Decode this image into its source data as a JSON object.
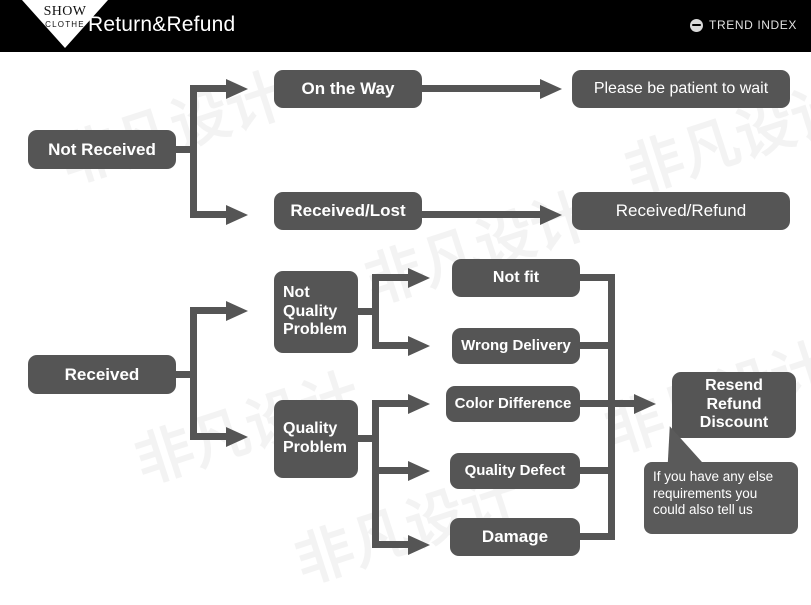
{
  "header": {
    "logo_primary": "SHOW",
    "logo_secondary": "CLOTHE",
    "title": "Return&Refund",
    "trend_label": "TREND INDEX",
    "trend_icon": "globe-icon",
    "background_color": "#000000",
    "text_color": "#ffffff"
  },
  "theme": {
    "node_fill": "#555555",
    "node_text": "#ffffff",
    "connector_color": "#555555",
    "canvas_background": "#ffffff"
  },
  "watermark_text": "非凡设计",
  "diagram": {
    "type": "flowchart",
    "title": "Return & Refund decision flow",
    "flows": [
      {
        "id": "not-received",
        "root": "Not Received",
        "branches": [
          {
            "reason": "On the Way",
            "outcome": "Please be patient to wait"
          },
          {
            "reason": "Received/Lost",
            "outcome": "Received/Refund"
          }
        ]
      },
      {
        "id": "received",
        "root": "Received",
        "branches": [
          {
            "category": "Not Quality Problem",
            "reasons": [
              "Not fit",
              "Wrong Delivery"
            ]
          },
          {
            "category": "Quality Problem",
            "reasons": [
              "Color Difference",
              "Quality Defect",
              "Damage"
            ]
          }
        ],
        "outcome": "Resend\nRefund\nDiscount",
        "outcome_lines": [
          "Resend",
          "Refund",
          "Discount"
        ]
      }
    ],
    "callout": {
      "lines": [
        "If you have any else",
        "requirements you",
        "could also tell us"
      ],
      "text": "If you have any else requirements you could also tell us"
    },
    "nodes": {
      "not_received": "Not Received",
      "on_the_way": "On the Way",
      "please_wait": "Please be patient to wait",
      "received_lost": "Received/Lost",
      "received_refund": "Received/Refund",
      "received": "Received",
      "not_quality_problem": "Not\nQuality\nProblem",
      "not_quality_problem_lines": [
        "Not",
        "Quality",
        "Problem"
      ],
      "quality_problem_lines": [
        "Quality",
        "Problem"
      ],
      "not_fit": "Not fit",
      "wrong_delivery": "Wrong Delivery",
      "color_difference": "Color Difference",
      "quality_defect": "Quality Defect",
      "damage": "Damage",
      "resend_refund_discount_lines": [
        "Resend",
        "Refund",
        "Discount"
      ]
    }
  }
}
